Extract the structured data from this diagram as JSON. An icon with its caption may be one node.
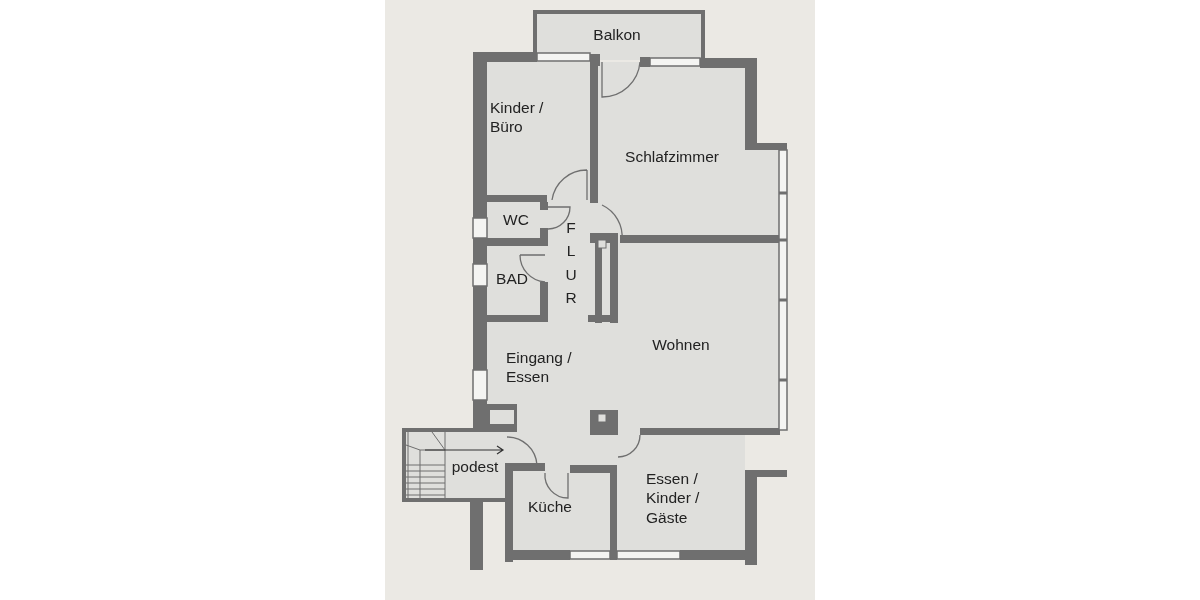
{
  "diagram": {
    "nodes": [
      {
        "text": [
          "Balkon"
        ]
      },
      {
        "text": [
          "Kinder / Büro"
        ]
      },
      {
        "text": [
          "Schlafzimmer"
        ]
      },
      {
        "text": [
          "WC"
        ]
      },
      {
        "text": [
          "FLUR"
        ]
      },
      {
        "text": [
          "BAD"
        ]
      },
      {
        "text": [
          "Eingang / Essen"
        ]
      },
      {
        "text": [
          "Wohnen"
        ]
      },
      {
        "text": [
          "podest"
        ]
      },
      {
        "text": [
          "Küche"
        ]
      },
      {
        "text": [
          "Essen / Kinder / Gäste"
        ]
      }
    ]
  }
}
